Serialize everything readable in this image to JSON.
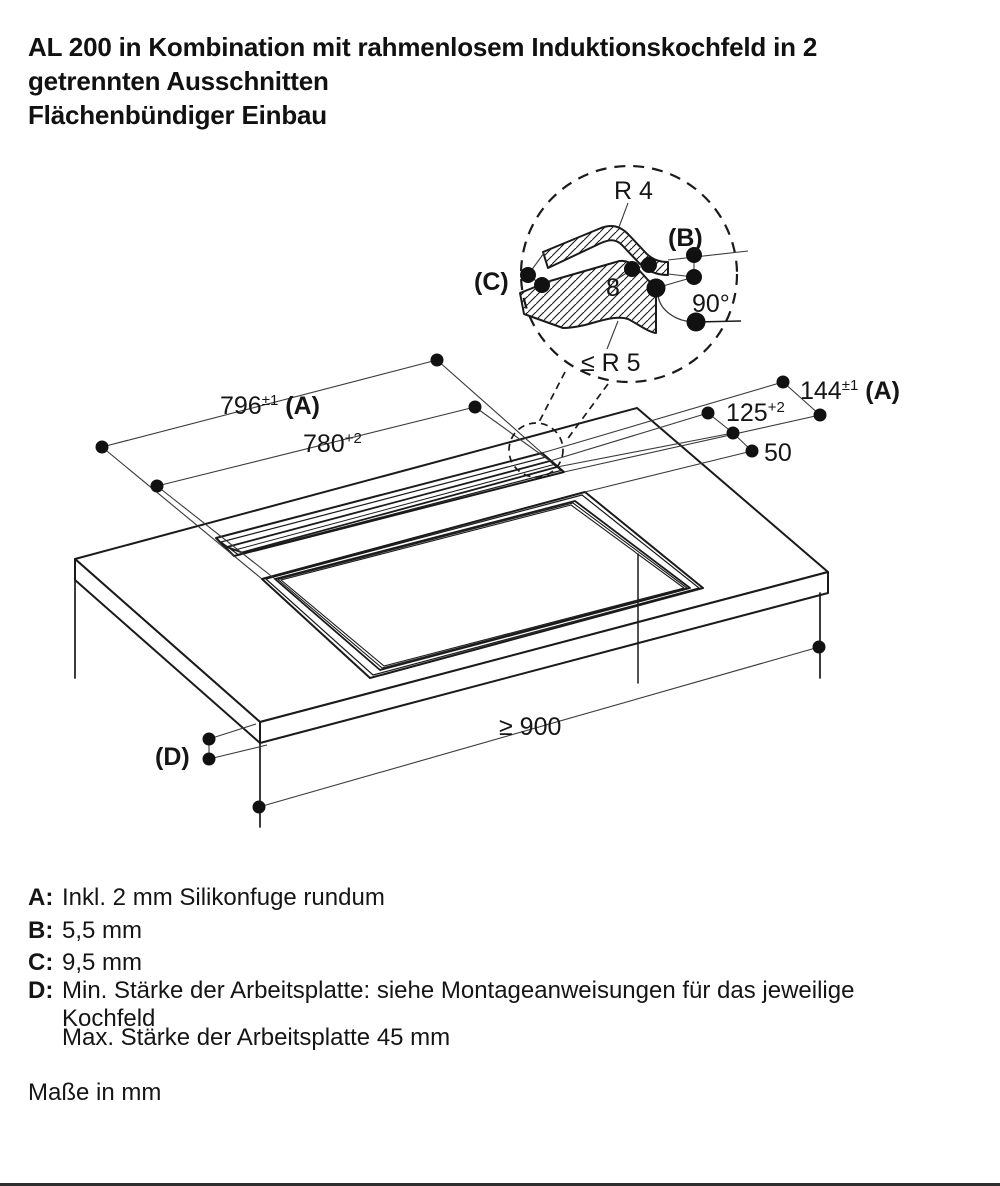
{
  "title": {
    "line1": "AL 200 in Kombination mit rahmenlosem Induktionskochfeld in 2",
    "line2": "getrennten Ausschnitten",
    "line3": "Flächenbündiger Einbau"
  },
  "dims": {
    "w796": {
      "num": "796",
      "sup": "±1",
      "ref": " (A)"
    },
    "w780": {
      "num": "780",
      "sup": "+2"
    },
    "w144": {
      "num": "144",
      "sup": "±1",
      "ref": " (A)"
    },
    "w125": {
      "num": "125",
      "sup": "+2"
    },
    "w50": "50",
    "min900": "≥ 900",
    "d": "(D)"
  },
  "detail": {
    "r4": "R 4",
    "b": "(B)",
    "c": "(C)",
    "ledge": "8",
    "angle": "90°",
    "r5": "≤ R 5"
  },
  "legend": {
    "a_key": "A:",
    "a_text": "Inkl. 2 mm Silikonfuge rundum",
    "b_key": "B:",
    "b_text": "5,5 mm",
    "c_key": "C:",
    "c_text": "9,5 mm",
    "d_key": "D:",
    "d_text": "Min. Stärke der Arbeitsplatte: siehe Montageanweisungen für das jeweilige",
    "d_text2": "Kochfeld",
    "d_text3": "Max. Stärke der Arbeitsplatte 45 mm",
    "units": "Maße in mm"
  },
  "colors": {
    "ink": "#1a1a1a",
    "background": "#ffffff"
  }
}
